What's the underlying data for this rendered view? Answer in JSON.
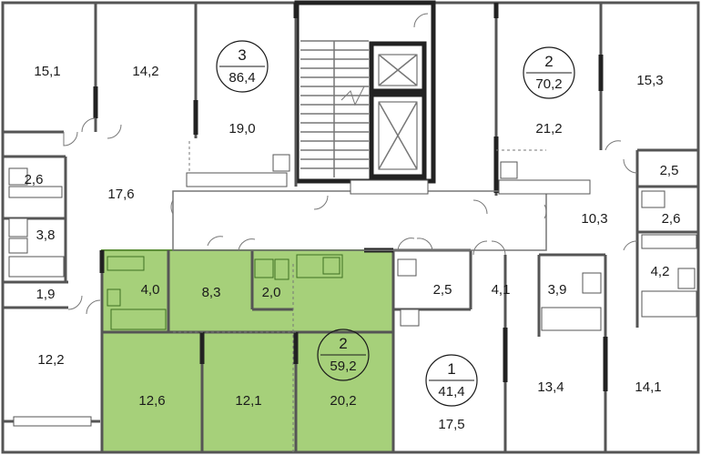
{
  "colors": {
    "highlight": "#a6d07a",
    "highlight_stroke": "#5e8f3a",
    "wall": "#555555",
    "text": "#1a1a1a"
  },
  "apartments": [
    {
      "id": "apt3",
      "number": "3",
      "area": "86,4"
    },
    {
      "id": "apt2-top",
      "number": "2",
      "area": "70,2"
    },
    {
      "id": "apt2-selected",
      "number": "2",
      "area": "59,2"
    },
    {
      "id": "apt1",
      "number": "1",
      "area": "41,4"
    }
  ],
  "rooms": [
    {
      "label": "15,1"
    },
    {
      "label": "14,2"
    },
    {
      "label": "19,0"
    },
    {
      "label": "2,6"
    },
    {
      "label": "17,6"
    },
    {
      "label": "3,8"
    },
    {
      "label": "1,9"
    },
    {
      "label": "12,2"
    },
    {
      "label": "15,3"
    },
    {
      "label": "21,2"
    },
    {
      "label": "2,5"
    },
    {
      "label": "10,3"
    },
    {
      "label": "2,6"
    },
    {
      "label": "4,2"
    },
    {
      "label": "4,0"
    },
    {
      "label": "8,3"
    },
    {
      "label": "2,0"
    },
    {
      "label": "12,6"
    },
    {
      "label": "12,1"
    },
    {
      "label": "20,2"
    },
    {
      "label": "2,5"
    },
    {
      "label": "4,1"
    },
    {
      "label": "3,9"
    },
    {
      "label": "17,5"
    },
    {
      "label": "13,4"
    },
    {
      "label": "14,1"
    }
  ]
}
